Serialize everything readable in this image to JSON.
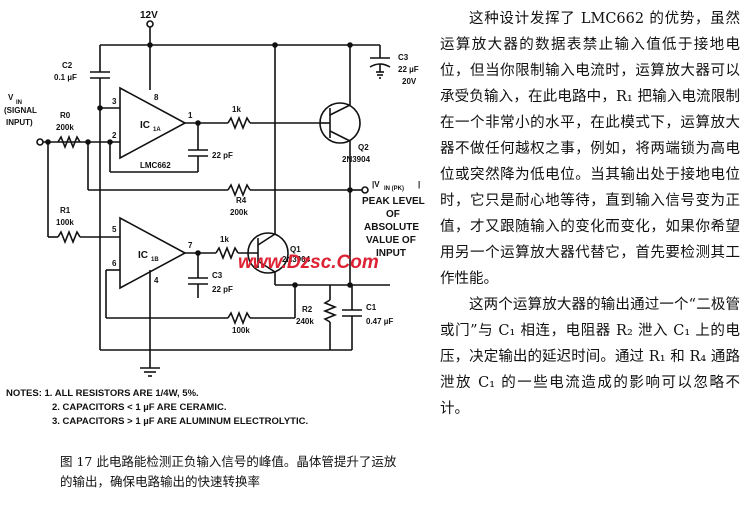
{
  "schematic": {
    "supply": "12V",
    "vin_label": [
      "V",
      "IN",
      "(SIGNAL",
      "INPUT)"
    ],
    "vout_label": [
      "|V",
      "IN (PK)",
      "|"
    ],
    "peak_label": [
      "PEAK LEVEL",
      "OF",
      "ABSOLUTE",
      "VALUE OF",
      "INPUT"
    ],
    "ic_a": {
      "name": "IC",
      "sub": "1A",
      "part": "LMC662"
    },
    "ic_b": {
      "name": "IC",
      "sub": "1B"
    },
    "pins": {
      "a3": "3",
      "a2": "2",
      "a8": "8",
      "a1": "1",
      "b5": "5",
      "b6": "6",
      "b4": "4",
      "b7": "7"
    },
    "c2": {
      "name": "C2",
      "value": "0.1 µF"
    },
    "c3": {
      "name": "C3",
      "value": "22 µF",
      "volt": "20V"
    },
    "c1": {
      "name": "C1",
      "value": "0.47 µF"
    },
    "cap_fb_a": "22 pF",
    "cap_fb_b": "22 pF",
    "c3b": "C3",
    "r0": {
      "name": "R0",
      "value": "200k"
    },
    "r1": {
      "name": "R1",
      "value": "100k"
    },
    "r2": {
      "name": "R2",
      "value": "240k"
    },
    "r4": {
      "name": "R4",
      "value": "200k"
    },
    "r_1k_a": "1k",
    "r_1k_b": "1k",
    "r_100k": "100k",
    "q2": {
      "name": "Q2",
      "part": "2N3904"
    },
    "q1": {
      "name": "Q1",
      "part": "2N3904"
    },
    "watermark": "www.Dzsc.Com"
  },
  "notes": [
    "NOTES: 1. ALL RESISTORS ARE 1/4W, 5%.",
    "2. CAPACITORS < 1 µF ARE CERAMIC.",
    "3. CAPACITORS > 1 µF ARE ALUMINUM ELECTROLYTIC."
  ],
  "caption": "图 17   此电路能检测正负输入信号的峰值。晶体管提升了运放的输出，确保电路输出的快速转换率",
  "paragraphs": [
    "这种设计发挥了 LMC662 的优势，虽然运算放大器的数据表禁止输入值低于接地电位，但当你限制输入电流时，运算放大器可以承受负输入，在此电路中，R₁ 把输入电流限制在一个非常小的水平，在此模式下，运算放大器不做任何越权之事，例如，将两端锁为高电位或突然降为低电位。当其输出处于接地电位时，它只是耐心地等待，直到输入信号变为正值，才又跟随输入的变化而变化，如果你希望用另一个运算放大器代替它，首先要检测其工作性能。",
    "这两个运算放大器的输出通过一个“二极管或门”与 C₁ 相连，电阻器 R₂ 泄入 C₁ 上的电压，决定输出的延迟时间。通过 R₁ 和 R₄ 通路泄放 C₁ 的一些电流造成的影响可以忽略不计。"
  ]
}
